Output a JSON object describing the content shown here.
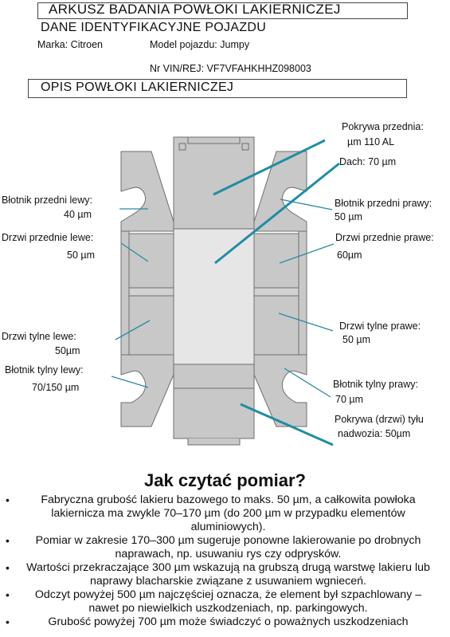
{
  "header": {
    "sheet_title": "ARKUSZ BADANIA POWŁOKI LAKIERNICZEJ",
    "vehicle_section": "DANE IDENTYFIKACYJNE POJAZDU",
    "make": "Marka: Citroen",
    "model": "Model pojazdu:  Jumpy",
    "vin": "Nr VIN/REJ: VF7VFAHKHHZ098003",
    "coating_section": "OPIS POWŁOKI LAKIERNICZEJ"
  },
  "measurements": {
    "hood_label": "Pokrywa przednia:",
    "hood_value": "µm 110 AL",
    "roof": "Dach: 70 µm",
    "front_fender_left_label": "Błotnik przedni lewy:",
    "front_fender_left_value": "40 µm",
    "front_fender_right_label": "Błotnik przedni prawy:",
    "front_fender_right_value": "50 µm",
    "front_door_left_label": "Drzwi przednie lewe:",
    "front_door_left_value": "50 µm",
    "front_door_right_label": "Drzwi przednie prawe:",
    "front_door_right_value": "60µm",
    "rear_door_left_label": "Drzwi tylne lewe:",
    "rear_door_left_value": "50µm",
    "rear_door_right_label": "Drzwi tylne prawe:",
    "rear_door_right_value": "50 µm",
    "rear_fender_left_label": "Błotnik tylny lewy:",
    "rear_fender_left_value": "70/150  µm",
    "rear_fender_right_label": "Błotnik tylny prawy:",
    "rear_fender_right_value": "70 µm",
    "tailgate_label": "Pokrywa (drzwi) tyłu",
    "tailgate_value": "nadwozia: 50µm"
  },
  "guide": {
    "heading": "Jak czytać pomiar?",
    "bullets": [
      "Fabryczna grubość lakieru bazowego to maks. 50 µm, a całkowita powłoka lakiernicza ma zwykle 70–170 µm (do 200 µm w przypadku elementów aluminiowych).",
      "Pomiar w zakresie 170–300 µm sugeruje ponowne lakierowanie po drobnych naprawach, np. usuwaniu rys czy odprysków.",
      "Wartości przekraczające 300 µm wskazują na grubszą drugą warstwę lakieru lub naprawy blacharskie związane z usuwaniem wgnieceń.",
      "Odczyt powyżej 500 µm najczęściej oznacza, że element był szpachlowany – nawet po niewielkich uszkodzeniach, np. parkingowych.",
      "Grubość powyżej 700 µm może świadczyć o poważnych uszkodzeniach"
    ]
  },
  "colors": {
    "body_panel": "#c8c8c8",
    "panel_stroke": "#6e6e6e",
    "roof_light": "#e6e6e6",
    "hood_pointer": "#1d8ea3",
    "pointer": "#2a8aa0"
  }
}
